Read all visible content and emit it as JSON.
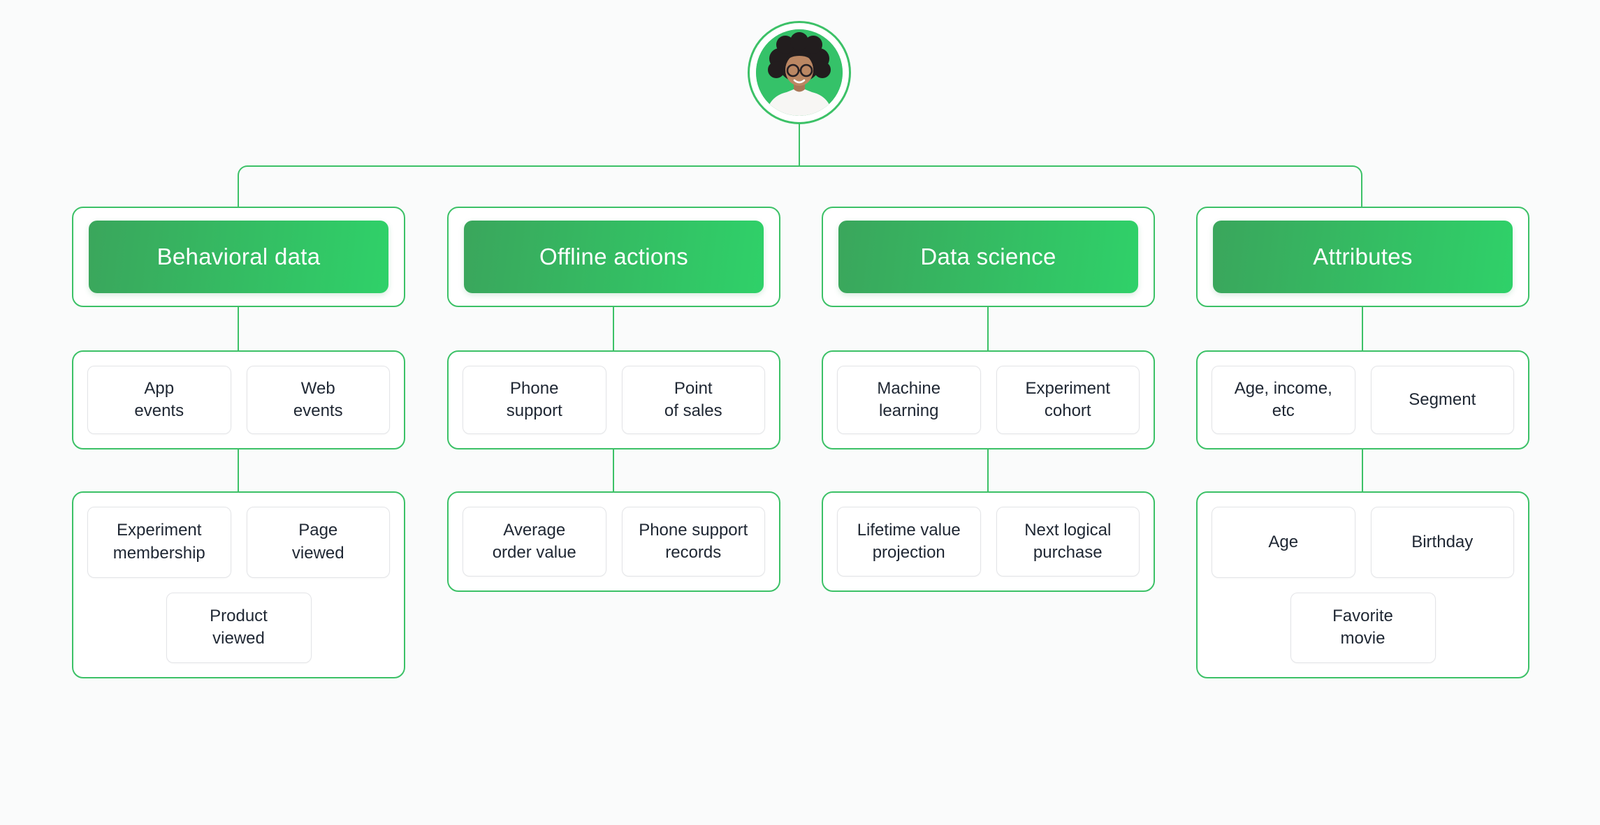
{
  "colors": {
    "line_green": "#3cc167",
    "header_gradient_start": "#3aa65c",
    "header_gradient_end": "#2fd169",
    "node_border": "#e3e4e7",
    "node_text": "#1f2733",
    "background": "#fafbfb"
  },
  "avatar": {
    "description": "customer profile photo in green circle"
  },
  "columns": [
    {
      "title": "Behavioral data",
      "level2": [
        "App\nevents",
        "Web\nevents"
      ],
      "level3": [
        "Experiment\nmembership",
        "Page\nviewed",
        "Product\nviewed"
      ]
    },
    {
      "title": "Offline actions",
      "level2": [
        "Phone\nsupport",
        "Point\nof sales"
      ],
      "level3": [
        "Average\norder value",
        "Phone support\nrecords"
      ]
    },
    {
      "title": "Data science",
      "level2": [
        "Machine\nlearning",
        "Experiment\ncohort"
      ],
      "level3": [
        "Lifetime value\nprojection",
        "Next logical\npurchase"
      ]
    },
    {
      "title": "Attributes",
      "level2": [
        "Age, income,\netc",
        "Segment"
      ],
      "level3": [
        "Age",
        "Birthday",
        "Favorite\nmovie"
      ]
    }
  ]
}
